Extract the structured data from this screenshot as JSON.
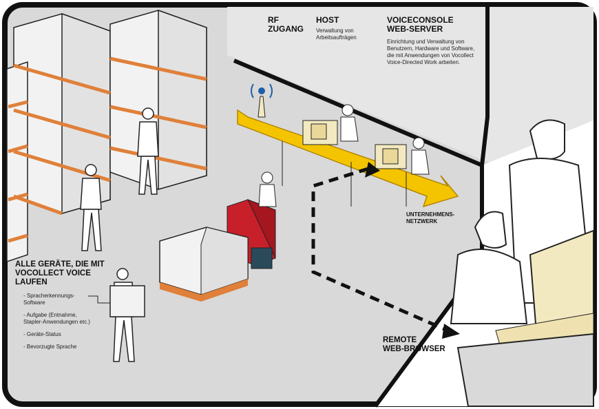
{
  "labels": {
    "rf": "RF\nZUGANG",
    "rf_line1": "RF",
    "rf_line2": "ZUGANG",
    "host_title": "HOST",
    "host_desc": "Verwaltung von Arbeitsaufträgen",
    "host_desc_1": "Verwaltung von",
    "host_desc_2": "Arbeitsaufträgen",
    "vc_title_1": "VOICECONSOLE",
    "vc_title_2": "WEB-SERVER",
    "vc_desc_1": "Einrichtung und Verwaltung von",
    "vc_desc_2": "Benutzern, Hardware und Software,",
    "vc_desc_3": "die mit Anwendungen von Vocollect",
    "vc_desc_4": "Voice-Directed Work arbeiten.",
    "netz_1": "UNTERNEHMENS-",
    "netz_2": "NETZWERK",
    "devices_title_1": "ALLE GERÄTE, DIE MIT",
    "devices_title_2": "VOCOLLECT VOICE",
    "devices_title_3": "LAUFEN",
    "devices_items": [
      [
        "- Spracherkennungs-",
        "Software"
      ],
      [
        "- Aufgabe (Entnahme,",
        "Stapler-Anwendungen etc.)"
      ],
      [
        "- Geräte-Status"
      ],
      [
        "- Bevorzugte Sprache"
      ]
    ],
    "remote_1": "REMOTE",
    "remote_2": "WEB-BROWSER"
  },
  "colors": {
    "floor": "#d9d9d9",
    "wall": "#e4e4e4",
    "pallet": "#e0803a",
    "box": "#f2f2f2",
    "network_arrow": "#f5c400",
    "network_arrow_edge": "#b08600",
    "forklift": "#c8202a",
    "screen": "#f3e9c0",
    "outline": "#111111"
  },
  "icons": [
    "antenna-icon",
    "computer-icon",
    "forklift-icon",
    "worker-icon",
    "dashed-arrow-icon"
  ]
}
